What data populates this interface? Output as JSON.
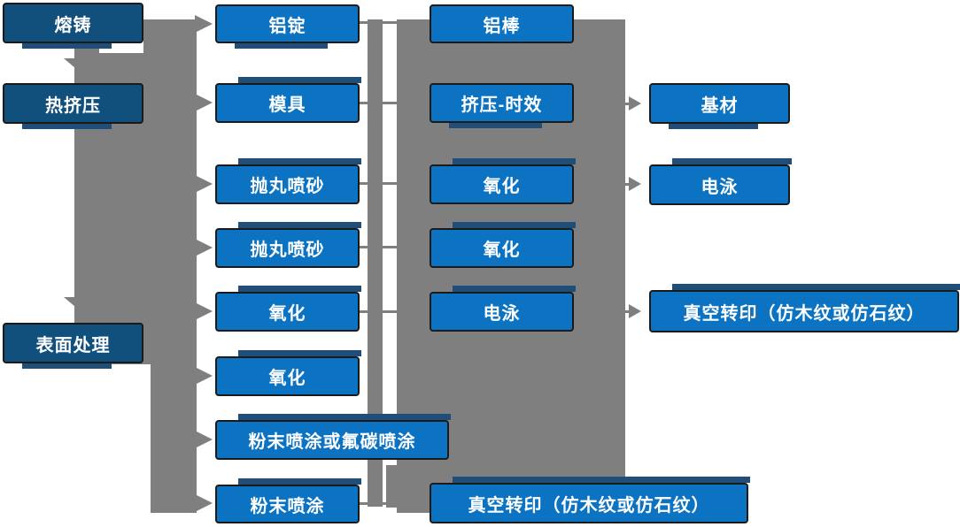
{
  "diagram": {
    "title": "",
    "columns": [
      {
        "name": "primary-process"
      },
      {
        "name": "pretreatment"
      },
      {
        "name": "treatment"
      },
      {
        "name": "finish"
      }
    ],
    "nodes": [
      {
        "id": "rongzhu",
        "label": "熔铸",
        "variant": "dark",
        "col": 1
      },
      {
        "id": "rejiya",
        "label": "热挤压",
        "variant": "dark",
        "col": 1
      },
      {
        "id": "biaomian",
        "label": "表面处理",
        "variant": "dark",
        "col": 1
      },
      {
        "id": "lvding",
        "label": "铝锭",
        "variant": "light",
        "col": 2
      },
      {
        "id": "muju",
        "label": "模具",
        "variant": "light",
        "col": 2
      },
      {
        "id": "paowan1",
        "label": "抛丸喷砂",
        "variant": "light",
        "col": 2
      },
      {
        "id": "paowan2",
        "label": "抛丸喷砂",
        "variant": "light",
        "col": 2
      },
      {
        "id": "yanghua2a",
        "label": "氧化",
        "variant": "light",
        "col": 2
      },
      {
        "id": "yanghua2b",
        "label": "氧化",
        "variant": "light",
        "col": 2
      },
      {
        "id": "fenmofutan",
        "label": "粉末喷涂或氟碳喷涂",
        "variant": "light",
        "col": 2
      },
      {
        "id": "fenmo",
        "label": "粉末喷涂",
        "variant": "light",
        "col": 2
      },
      {
        "id": "lvbang",
        "label": "铝棒",
        "variant": "light",
        "col": 3
      },
      {
        "id": "jiya",
        "label": "挤压-时效",
        "variant": "light",
        "col": 3
      },
      {
        "id": "yanghua3a",
        "label": "氧化",
        "variant": "light",
        "col": 3
      },
      {
        "id": "yanghua3b",
        "label": "氧化",
        "variant": "light",
        "col": 3
      },
      {
        "id": "dianyong3",
        "label": "电泳",
        "variant": "light",
        "col": 3
      },
      {
        "id": "zhenkongB",
        "label": "真空转印（仿木纹或仿石纹）",
        "variant": "light",
        "col": 3
      },
      {
        "id": "jicai",
        "label": "基材",
        "variant": "light",
        "col": 4
      },
      {
        "id": "dianyong4",
        "label": "电泳",
        "variant": "light",
        "col": 4
      },
      {
        "id": "zhenkongR",
        "label": "真空转印（仿木纹或仿石纹）",
        "variant": "light",
        "col": 4
      }
    ],
    "colors": {
      "process_blue": "#0B73C2",
      "stage_dark_blue": "#114F7D",
      "connector_gray": "#7F7F7F",
      "shadow_navy": "#1F4E79",
      "border_dark": "#1A1A1A",
      "text_white": "#FFFFFF"
    }
  }
}
